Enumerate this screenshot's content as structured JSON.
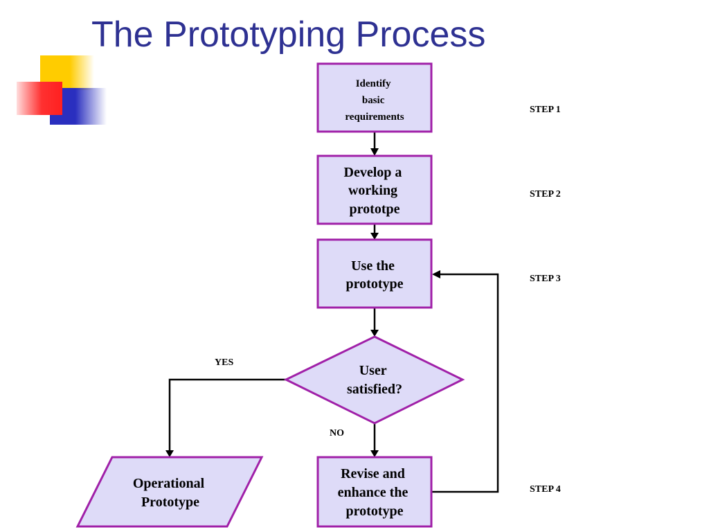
{
  "slide": {
    "title": "The Prototyping Process"
  },
  "nodes": {
    "identify": {
      "lines": [
        "Identify",
        "basic",
        "requirements"
      ]
    },
    "develop": {
      "lines": [
        "Develop a",
        "working",
        "prototpe"
      ]
    },
    "use": {
      "lines": [
        "Use the",
        "prototype"
      ]
    },
    "decision": {
      "lines": [
        "User",
        "satisfied?"
      ]
    },
    "revise": {
      "lines": [
        "Revise and",
        "enhance the",
        "prototype"
      ]
    },
    "operational": {
      "lines": [
        "Operational",
        "Prototype"
      ]
    }
  },
  "branches": {
    "yes": "YES",
    "no": "NO"
  },
  "steps": [
    "STEP 1",
    "STEP 2",
    "STEP 3",
    "STEP 4"
  ],
  "colors": {
    "title": "#2e3192",
    "node_fill": "#dedbf8",
    "node_stroke": "#a020a8",
    "deco_yellow": "#ffcc00",
    "deco_red": "#ff2020",
    "deco_blue": "#2a2fbf"
  }
}
